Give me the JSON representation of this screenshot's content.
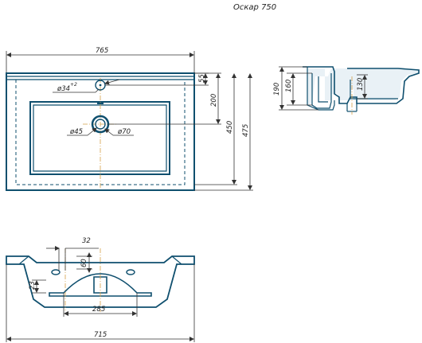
{
  "title": "Оскар 750",
  "top_view": {
    "width": "765",
    "hole": "ø34",
    "hole_tolerance": "+2",
    "d55": "55",
    "d200": "200",
    "d450": "450",
    "d475": "475",
    "drain_small": "ø45",
    "drain_large": "ø70"
  },
  "side_view": {
    "d190": "190",
    "d160": "160",
    "d130": "130"
  },
  "front_view": {
    "d32": "32",
    "d60": "60",
    "d23": "23",
    "d285": "285",
    "d715": "715"
  },
  "colors": {
    "outline": "#0f4f6e",
    "dimension": "#333333",
    "center_line": "#d4a04a"
  }
}
